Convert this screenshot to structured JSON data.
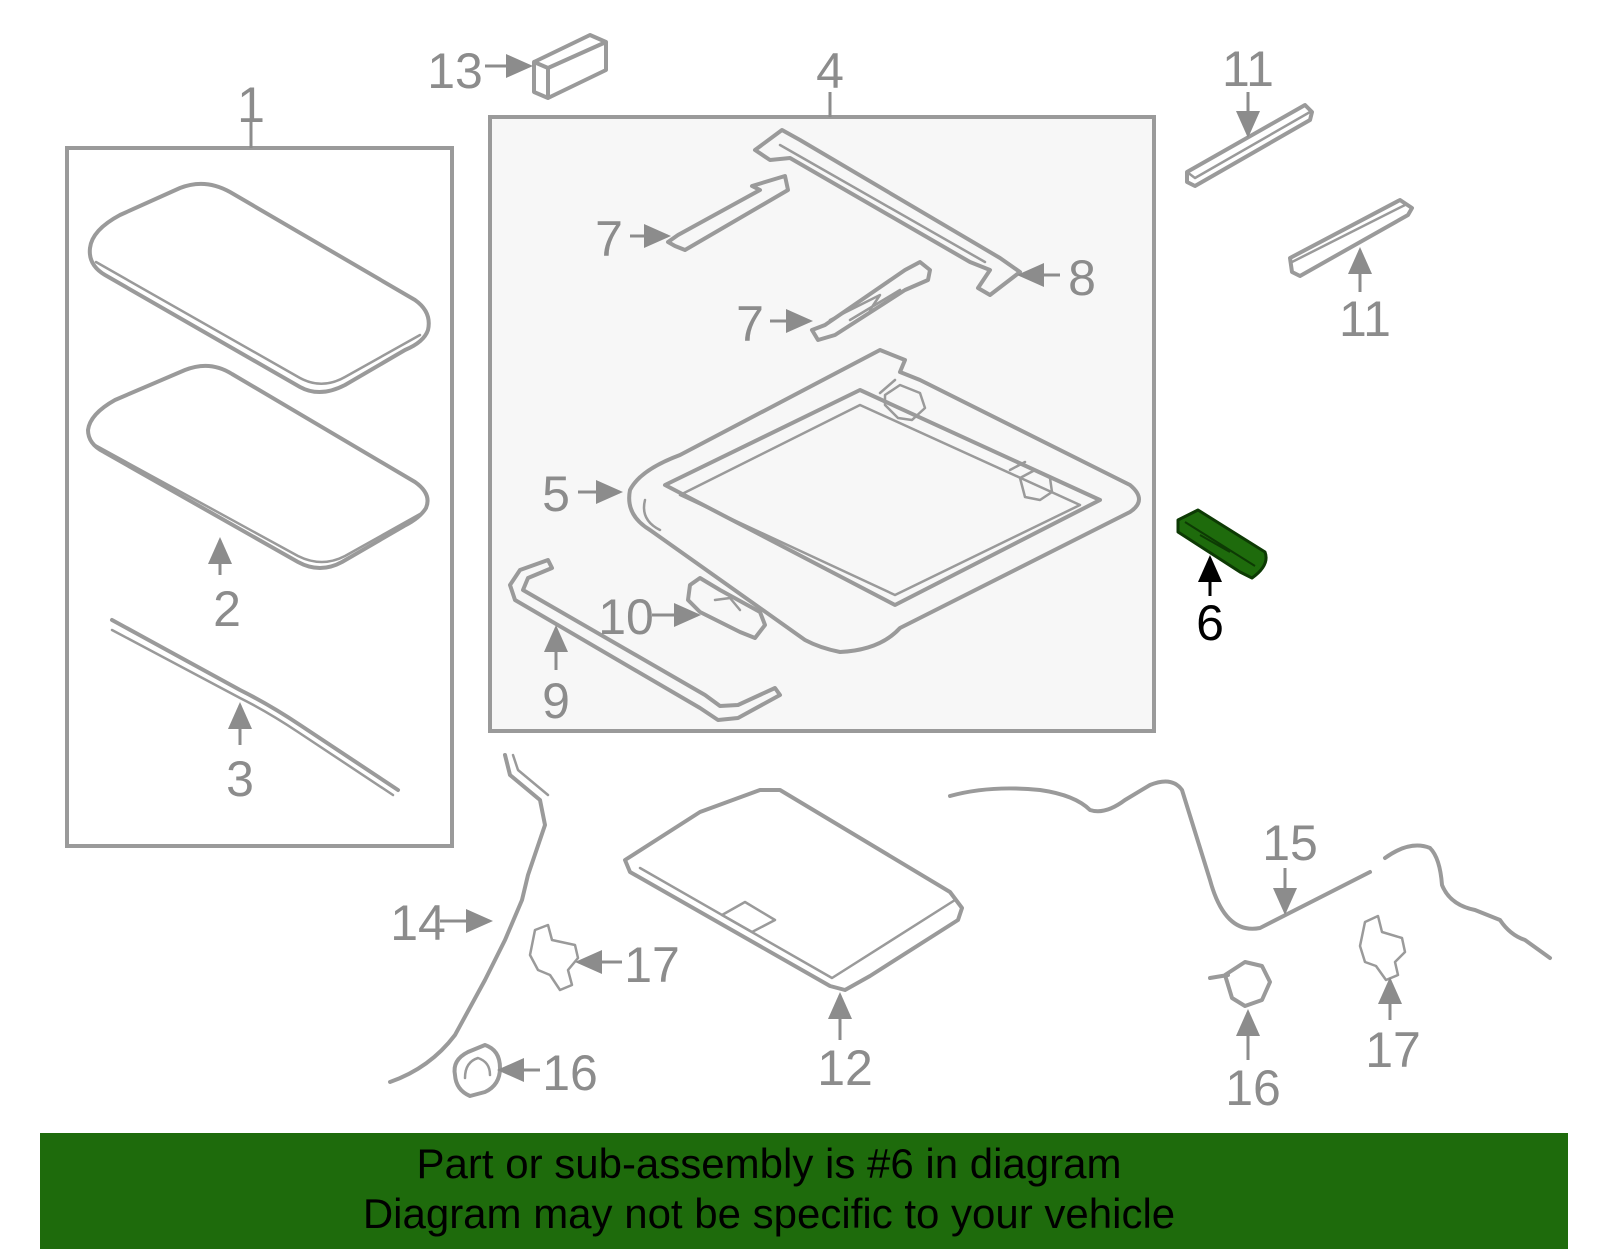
{
  "callouts": {
    "c1": "1",
    "c2": "2",
    "c3": "3",
    "c4": "4",
    "c5": "5",
    "c6": "6",
    "c7a": "7",
    "c7b": "7",
    "c8": "8",
    "c9": "9",
    "c10": "10",
    "c11a": "11",
    "c11b": "11",
    "c12": "12",
    "c13": "13",
    "c14": "14",
    "c15": "15",
    "c16a": "16",
    "c16b": "16",
    "c17a": "17",
    "c17b": "17"
  },
  "highlight": {
    "part_number": "6",
    "color": "#1e6b0c"
  },
  "footer": {
    "line1": "Part or sub-assembly is #6 in diagram",
    "line2": "Diagram may not be specific to your vehicle"
  }
}
